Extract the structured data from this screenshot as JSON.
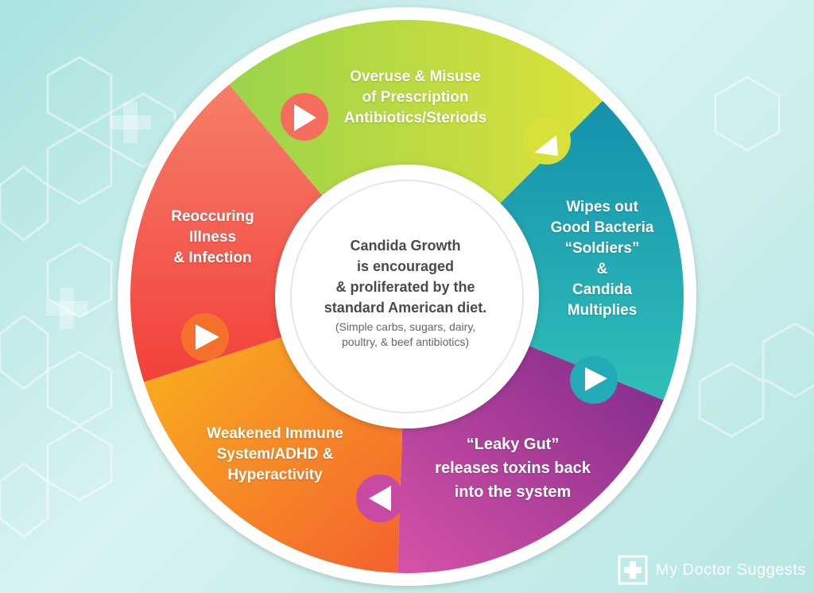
{
  "segments": [
    {
      "id": "overuse",
      "label": "Overuse & Misuse\nof Prescription\nAntibiotics/Steriods",
      "color_from": "#9bd34a",
      "color_to": "#dce23a"
    },
    {
      "id": "wipes",
      "label": "Wipes out\nGood Bacteria\n“Soldiers”\n&\nCandida\nMultiplies",
      "color_from": "#1ba3b4",
      "color_to": "#2fbfb8"
    },
    {
      "id": "leaky",
      "label": "“Leaky Gut”\nreleases toxins back\ninto the system",
      "color_from": "#8e2b8e",
      "color_to": "#c94aa3"
    },
    {
      "id": "immune",
      "label": "Weakened Immune\nSystem/ADHD &\nHyperactivity",
      "color_from": "#f7a51f",
      "color_to": "#f46f2c"
    },
    {
      "id": "illness",
      "label": "Reoccuring\nIllness\n& Infection",
      "color_from": "#f56d5d",
      "color_to": "#f2453b"
    }
  ],
  "center": {
    "main": "Candida Growth\nis encouraged\n& proliferated by the\nstandard American diet.",
    "sub": "(Simple carbs, sugars, dairy,\npoultry, & beef antibiotics)"
  },
  "brand": {
    "name": "My Doctor Suggests"
  },
  "colors": {
    "ring": "#ffffff",
    "arrow": "#ffffff"
  }
}
